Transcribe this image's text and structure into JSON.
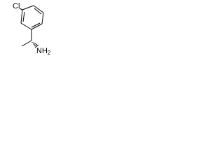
{
  "molecule": {
    "substituent_label": "Cl",
    "amine_label_main": "NH",
    "amine_label_sub": "2",
    "colors": {
      "bond": "#000000",
      "text": "#000000",
      "background": "#ffffff"
    }
  }
}
